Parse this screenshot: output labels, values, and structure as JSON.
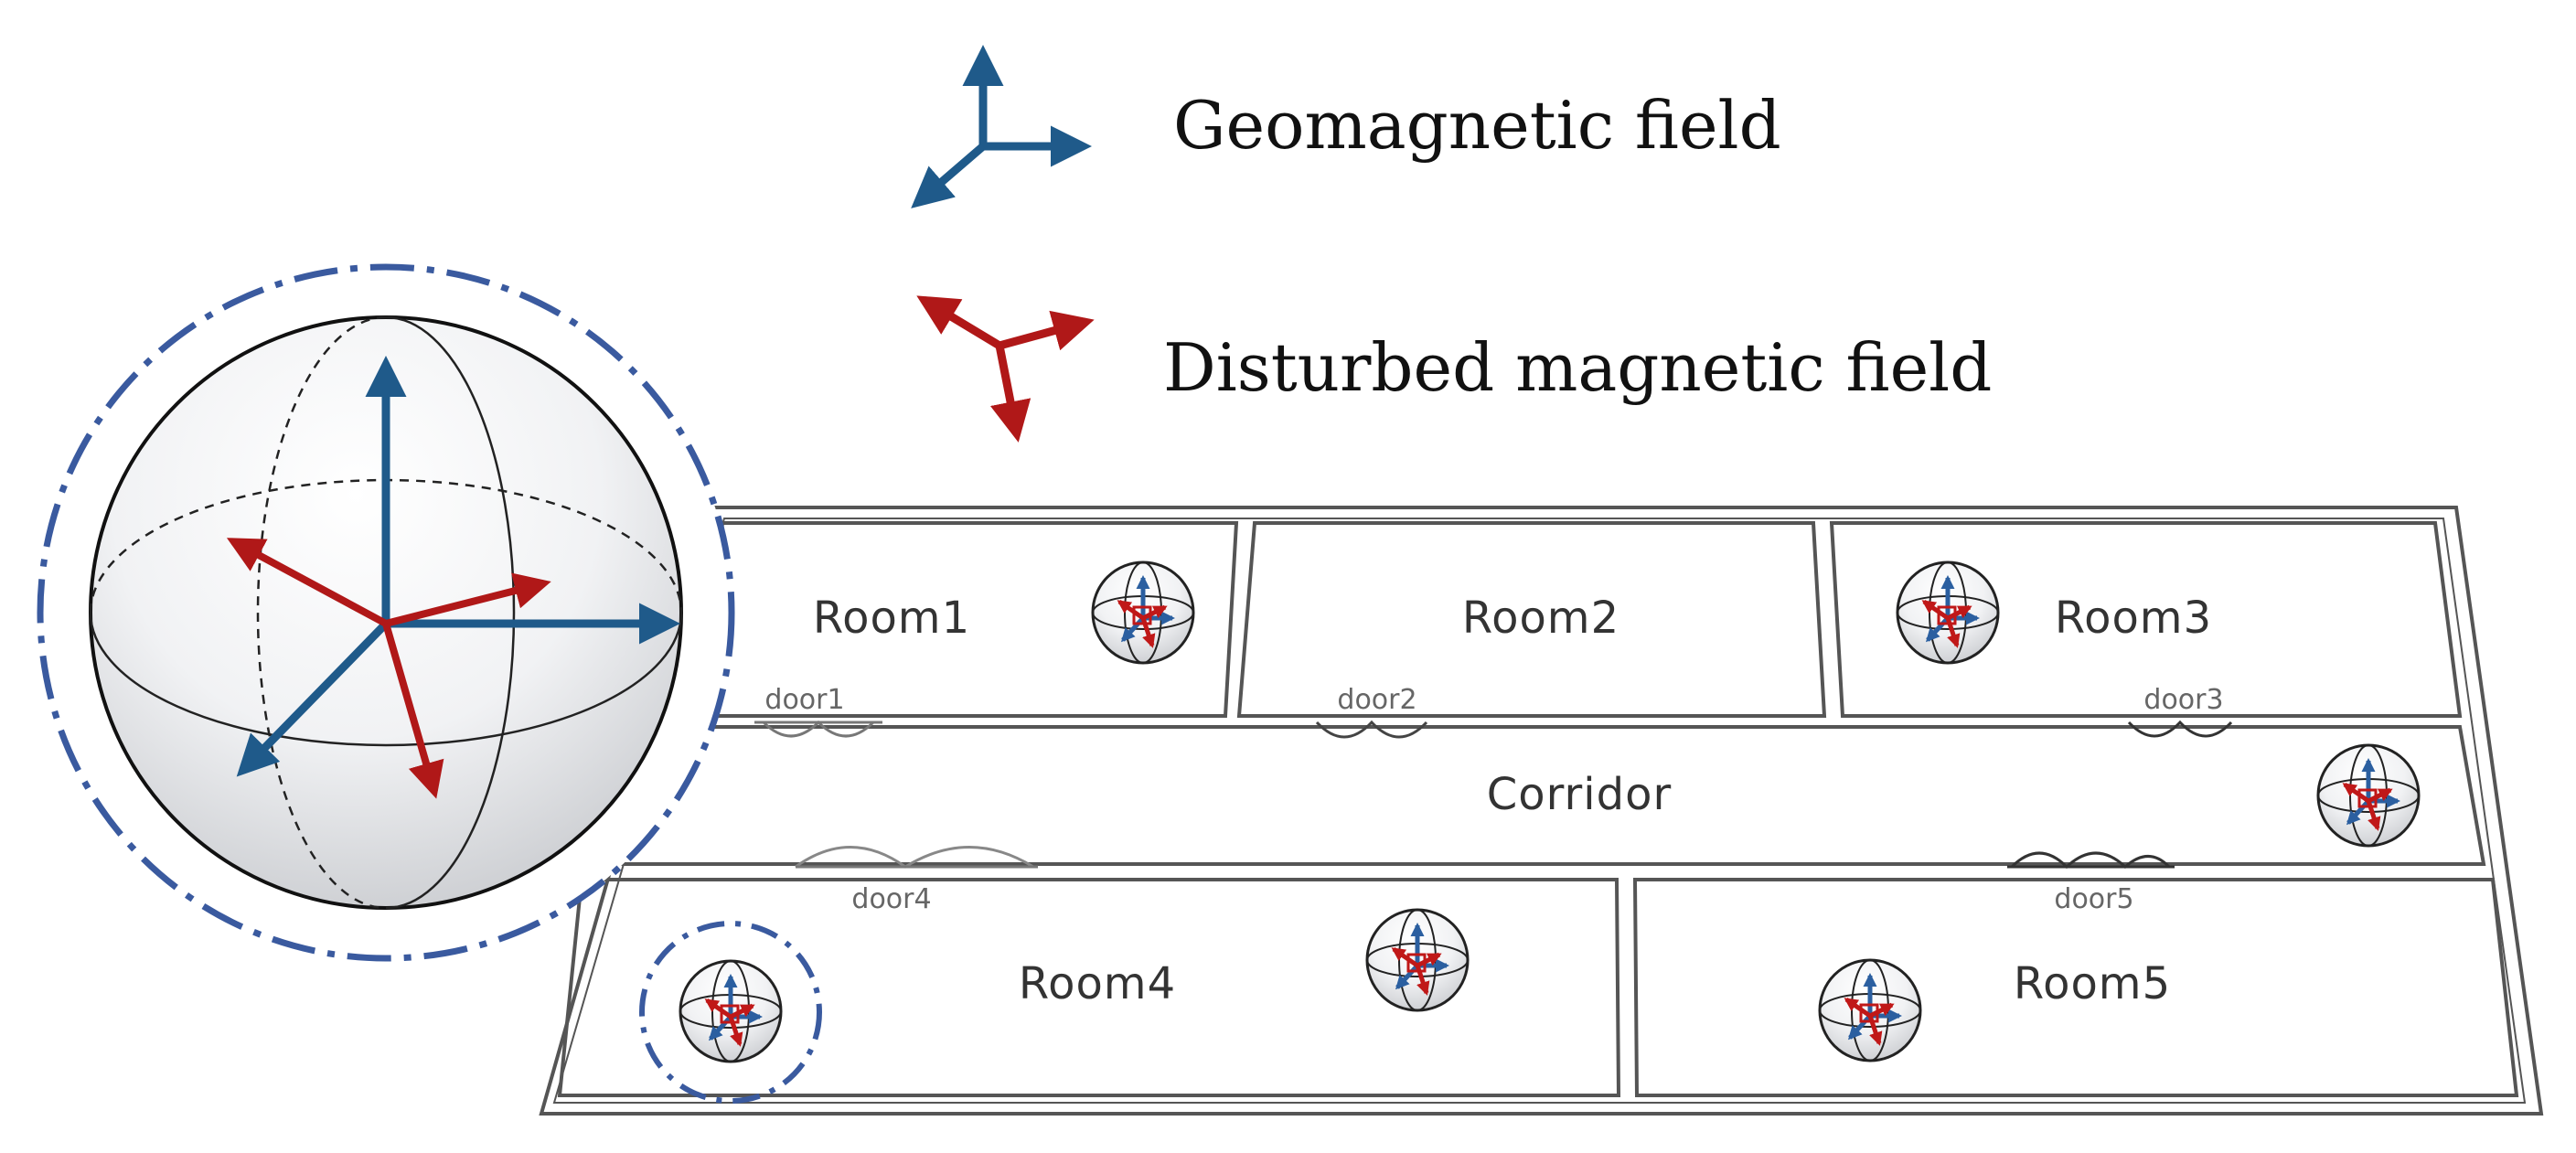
{
  "legend": {
    "geomagnetic_label": "Geomagnetic field",
    "disturbed_label": "Disturbed magnetic field"
  },
  "floorplan": {
    "rooms": [
      "Room1",
      "Room2",
      "Room3",
      "Room4",
      "Room5"
    ],
    "corridor": "Corridor",
    "doors": [
      "door1",
      "door2",
      "door3",
      "door4",
      "door5"
    ]
  },
  "colors": {
    "geomagnetic_arrow": "#1f5a8a",
    "disturbed_arrow": "#b01818",
    "highlight_circle": "#3a5a9f",
    "walls": "#555555"
  }
}
